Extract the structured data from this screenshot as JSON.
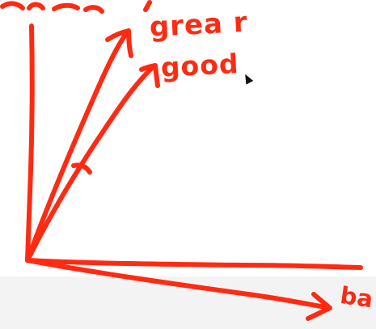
{
  "labels": {
    "top_left_fragment": "",
    "great": "grea r",
    "good": "good",
    "bad": "ba"
  },
  "colors": {
    "ink": "#ff2a12",
    "background": "#ffffff",
    "bottom_band": "#f3f3f3"
  }
}
